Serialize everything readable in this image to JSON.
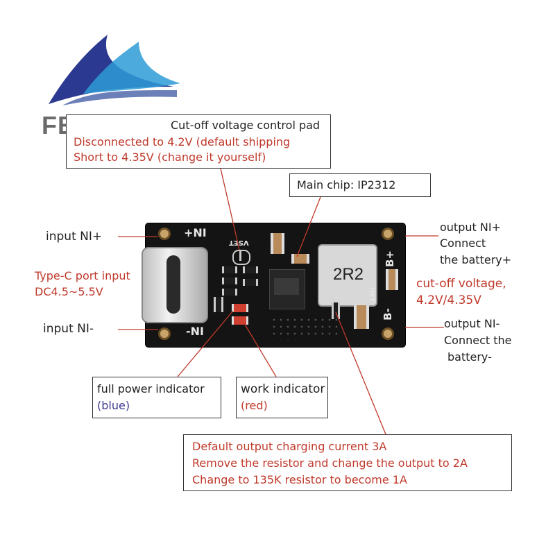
{
  "logo": {
    "brand": "FEIYANG"
  },
  "voltage_box": {
    "title": "Cut-off voltage control pad",
    "line1": "Disconnected to 4.2V (default shipping",
    "line2": "Short to 4.35V (change it yourself)"
  },
  "chip_box": {
    "label": "Main chip: IP2312"
  },
  "left_labels": {
    "input_pos": "input NI+",
    "typec_line1": "Type-C port input",
    "typec_line2": "DC4.5~5.5V",
    "input_neg": "input NI-"
  },
  "right_labels": {
    "out_pos_1": "output NI+",
    "out_pos_2": "Connect",
    "out_pos_3": "the battery+",
    "cutoff_1": "cut-off voltage,",
    "cutoff_2": "4.2V/4.35V",
    "out_neg_1": "output NI-",
    "out_neg_2": "Connect the",
    "out_neg_3": "battery-"
  },
  "board_silk": {
    "plus_ni": "+NI",
    "minus_ni": "-NI",
    "b_plus": "B+",
    "b_minus": "B-",
    "inductor": "2R2",
    "vset": "VSET",
    "iset": "ISET"
  },
  "indicator_boxes": {
    "full_power_1": "full power indicator",
    "full_power_2": "(blue)",
    "work_1": "work indicator",
    "work_2": "(red)"
  },
  "current_box": {
    "line1": "Default output charging current 3A",
    "line2": "Remove the resistor and change the output to 2A",
    "line3": "Change to 135K resistor to become 1A"
  },
  "colors": {
    "annotation_red": "#c0392b",
    "blue_note": "#3b3a8c",
    "logo_blue": "#2b3990",
    "pcb": "#141414"
  }
}
